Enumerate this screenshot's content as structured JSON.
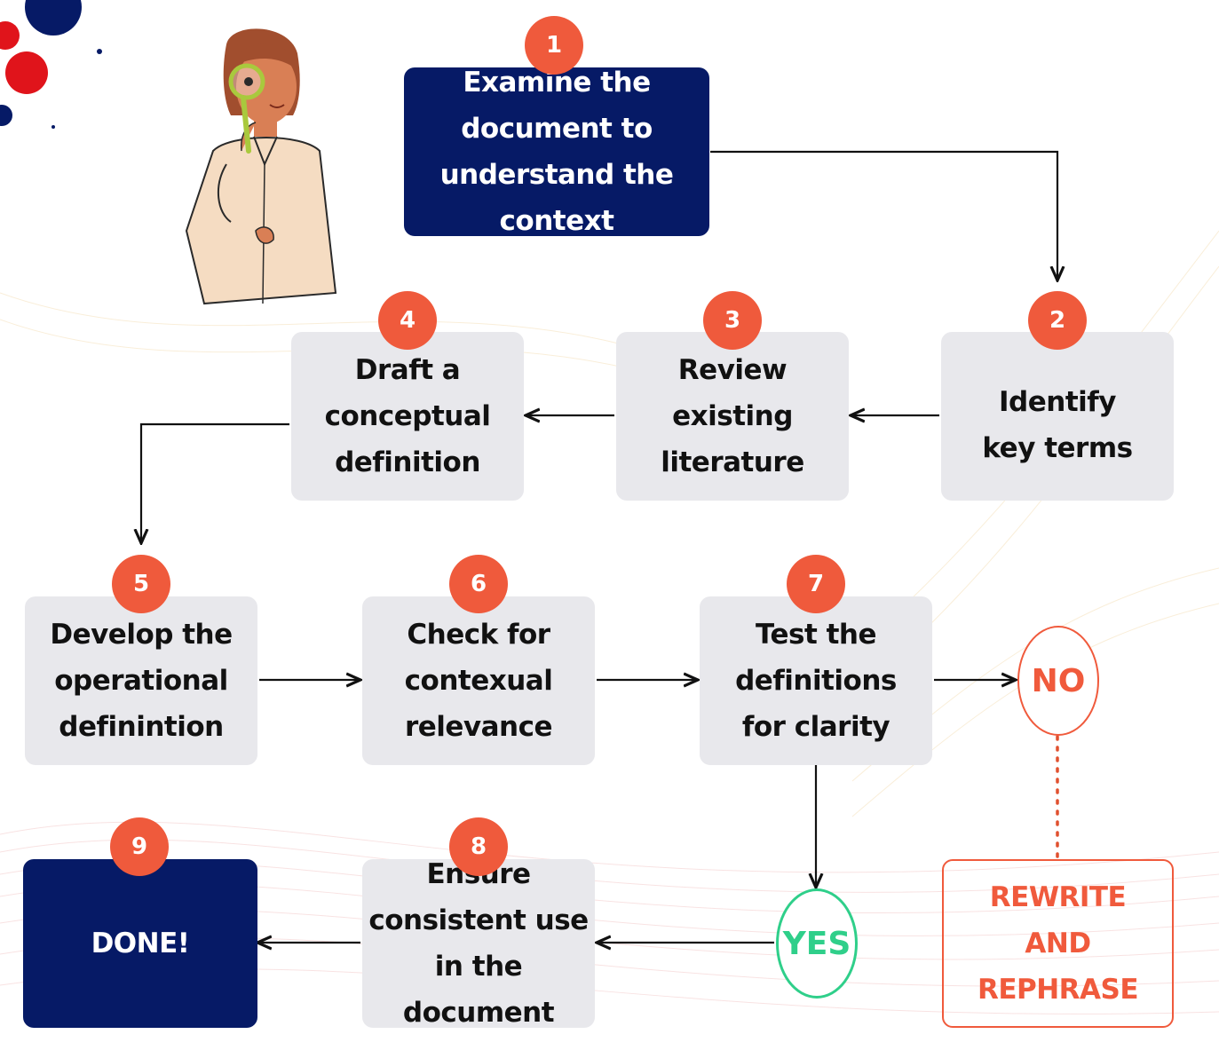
{
  "steps": [
    {
      "number": "1",
      "label": "Examine the document to understand the context"
    },
    {
      "number": "2",
      "label": "Identify key terms"
    },
    {
      "number": "3",
      "label": "Review existing literature"
    },
    {
      "number": "4",
      "label": "Draft a conceptual definition"
    },
    {
      "number": "5",
      "label": "Develop the operational definintion"
    },
    {
      "number": "6",
      "label": "Check for contexual relevance"
    },
    {
      "number": "7",
      "label": "Test the definitions for clarity"
    },
    {
      "number": "8",
      "label": "Ensure consistent use in the document"
    },
    {
      "number": "9",
      "label": "DONE!"
    }
  ],
  "decision": {
    "no": "NO",
    "yes": "YES",
    "retry": "REWRITE AND REPHRASE"
  },
  "colors": {
    "navy": "#061a66",
    "badge": "#ef5a3c",
    "box_grey": "#e8e8ec",
    "yes_green": "#2fcf8a",
    "no_orange": "#f05a3c"
  }
}
